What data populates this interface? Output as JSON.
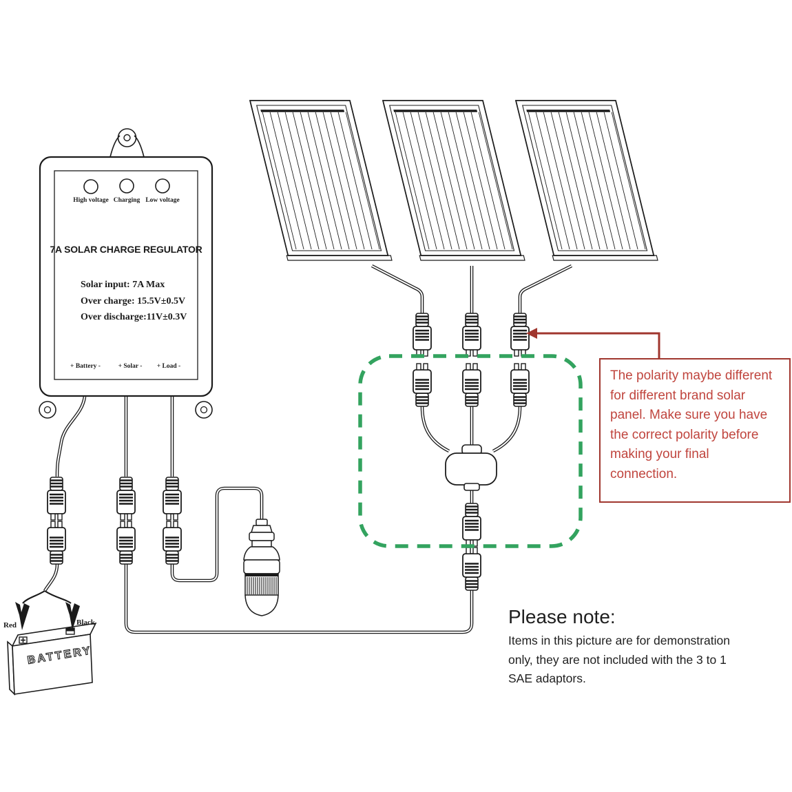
{
  "regulator": {
    "title": "7A SOLAR CHARGE REGULATOR",
    "leds": [
      {
        "label": "High voltage"
      },
      {
        "label": "Charging"
      },
      {
        "label": "Low voltage"
      }
    ],
    "specs": "Solar input: 7A Max\nOver charge: 15.5V±0.5V\nOver discharge:11V±0.3V",
    "terminals": [
      {
        "label": "+ Battery -"
      },
      {
        "label": "+ Solar -"
      },
      {
        "label": "+ Load -"
      }
    ]
  },
  "battery": {
    "label": "BATTERY",
    "red_clamp_label": "Red",
    "black_clamp_label": "Black"
  },
  "polarity_note": {
    "text": "The polarity maybe\ndifferent for different\nbrand solar panel.\nMake sure you have the\ncorrect polarity before\nmaking your final\nconnection."
  },
  "please_note": {
    "heading": "Please note:",
    "body": "Items in this picture are for demonstration\nonly, they are not included with the 3 to 1\nSAE adaptors."
  },
  "colors": {
    "highlight_green": "#33a35f",
    "warning_red_border": "#a0362e",
    "warning_red_text": "#c0453e",
    "line_black": "#1b1b1b"
  }
}
